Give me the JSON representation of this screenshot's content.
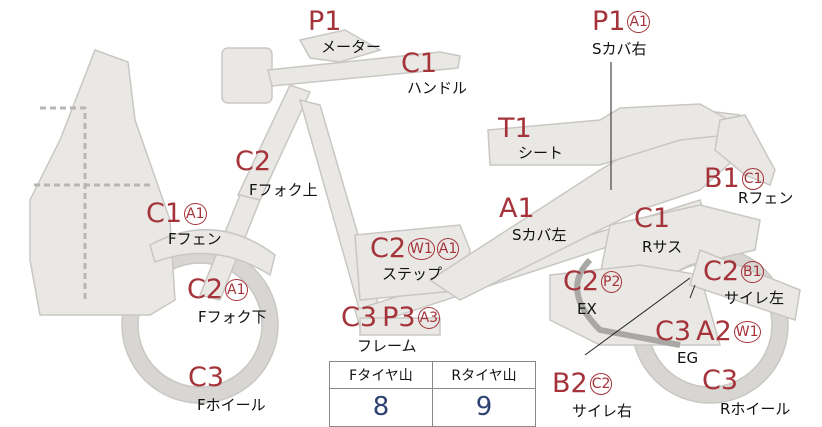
{
  "parts": [
    {
      "key": "meter",
      "codes": [
        "P1"
      ],
      "name": "メーター"
    },
    {
      "key": "handle",
      "codes": [
        "C1"
      ],
      "name": "ハンドル"
    },
    {
      "key": "s_cover_r",
      "codes": [
        "P1",
        "A1"
      ],
      "name": "Sカバ右"
    },
    {
      "key": "seat",
      "codes": [
        "T1"
      ],
      "name": "シート"
    },
    {
      "key": "fork_up",
      "codes": [
        "C2"
      ],
      "name": "Fフォク上"
    },
    {
      "key": "r_fender",
      "codes": [
        "B1",
        "C1"
      ],
      "name": "Rフェン"
    },
    {
      "key": "f_fender",
      "codes": [
        "C1",
        "A1"
      ],
      "name": "Fフェン"
    },
    {
      "key": "s_cover_l",
      "codes": [
        "A1"
      ],
      "name": "Sカバ左"
    },
    {
      "key": "r_sus",
      "codes": [
        "C1"
      ],
      "name": "Rサス"
    },
    {
      "key": "step",
      "codes": [
        "C2",
        "W1",
        "A1"
      ],
      "name": "ステップ"
    },
    {
      "key": "ex",
      "codes": [
        "C2",
        "P2"
      ],
      "name": "EX"
    },
    {
      "key": "muffler_l",
      "codes": [
        "C2",
        "B1"
      ],
      "name": "サイレ左"
    },
    {
      "key": "fork_low",
      "codes": [
        "C2",
        "A1"
      ],
      "name": "Fフォク下"
    },
    {
      "key": "frame",
      "codes": [
        "C3",
        "P3",
        "A3"
      ],
      "name": "フレーム"
    },
    {
      "key": "eg",
      "codes": [
        "C3",
        "A2",
        "W1"
      ],
      "name": "EG"
    },
    {
      "key": "f_wheel",
      "codes": [
        "C3"
      ],
      "name": "Fホイール"
    },
    {
      "key": "muffler_r",
      "codes": [
        "B2",
        "C2"
      ],
      "name": "サイレ右"
    },
    {
      "key": "r_wheel",
      "codes": [
        "C3"
      ],
      "name": "Rホイール"
    }
  ],
  "tire_table": {
    "headers": [
      "Fタイヤ山",
      "Rタイヤ山"
    ],
    "values": [
      "8",
      "9"
    ]
  },
  "colors": {
    "code": "#a5333a",
    "body_fill": "#e9e8e5",
    "body_stroke": "#c9c7c3",
    "tire_value": "#2f4373"
  }
}
